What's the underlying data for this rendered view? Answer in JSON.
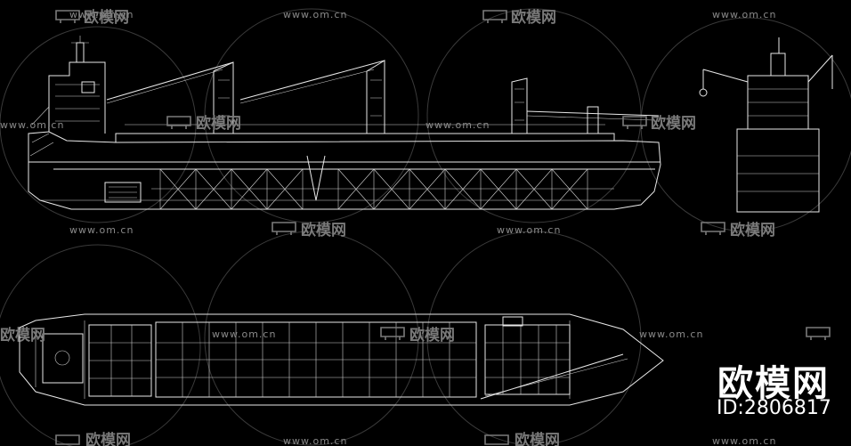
{
  "watermark": {
    "site": "www.om.cn",
    "brand": "欧模网"
  },
  "corner": {
    "brand": "欧模网",
    "id": "ID:2806817"
  }
}
